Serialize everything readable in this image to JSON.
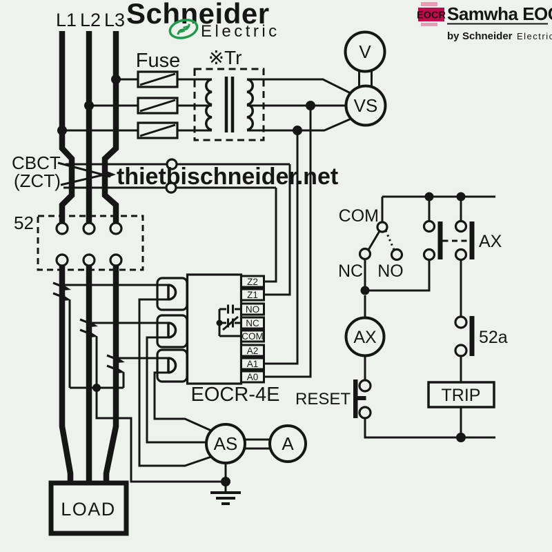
{
  "colors": {
    "background": "#edf3ec",
    "line": "#161616",
    "schneider_green": "#219b4b",
    "watermark_green": "#14a24c",
    "samwha_crimson": "#c20b4e",
    "samwha_pink": "#ea9ab5"
  },
  "branding": {
    "schneider": {
      "name": "Schneider",
      "sub": "Electric"
    },
    "samwha": {
      "badge": "EOCR",
      "title": "Samwha EOCR",
      "by": "by",
      "by_brand": "Schneider",
      "by_sub": "Electric"
    }
  },
  "watermark": {
    "text": "thietbischneider.net"
  },
  "power": {
    "phases": [
      "L1",
      "L2",
      "L3"
    ],
    "fuse": "Fuse",
    "transformer": "※Tr",
    "cbct": "CBCT",
    "zct": "(ZCT)",
    "breaker": "52",
    "load": "LOAD"
  },
  "meters": {
    "voltmeter": "V",
    "volt_selector": "VS",
    "ammeter_selector": "AS",
    "ammeter": "A"
  },
  "relay": {
    "name": "EOCR-4E",
    "terminals": [
      "Z2",
      "Z1",
      "NO",
      "NC",
      "COM",
      "A2",
      "A1",
      "A0"
    ]
  },
  "control": {
    "com": "COM",
    "nc": "NC",
    "no": "NO",
    "aux_contact": "AX",
    "aux_coil": "AX",
    "breaker_aux": "52a",
    "reset": "RESET",
    "trip": "TRIP"
  }
}
